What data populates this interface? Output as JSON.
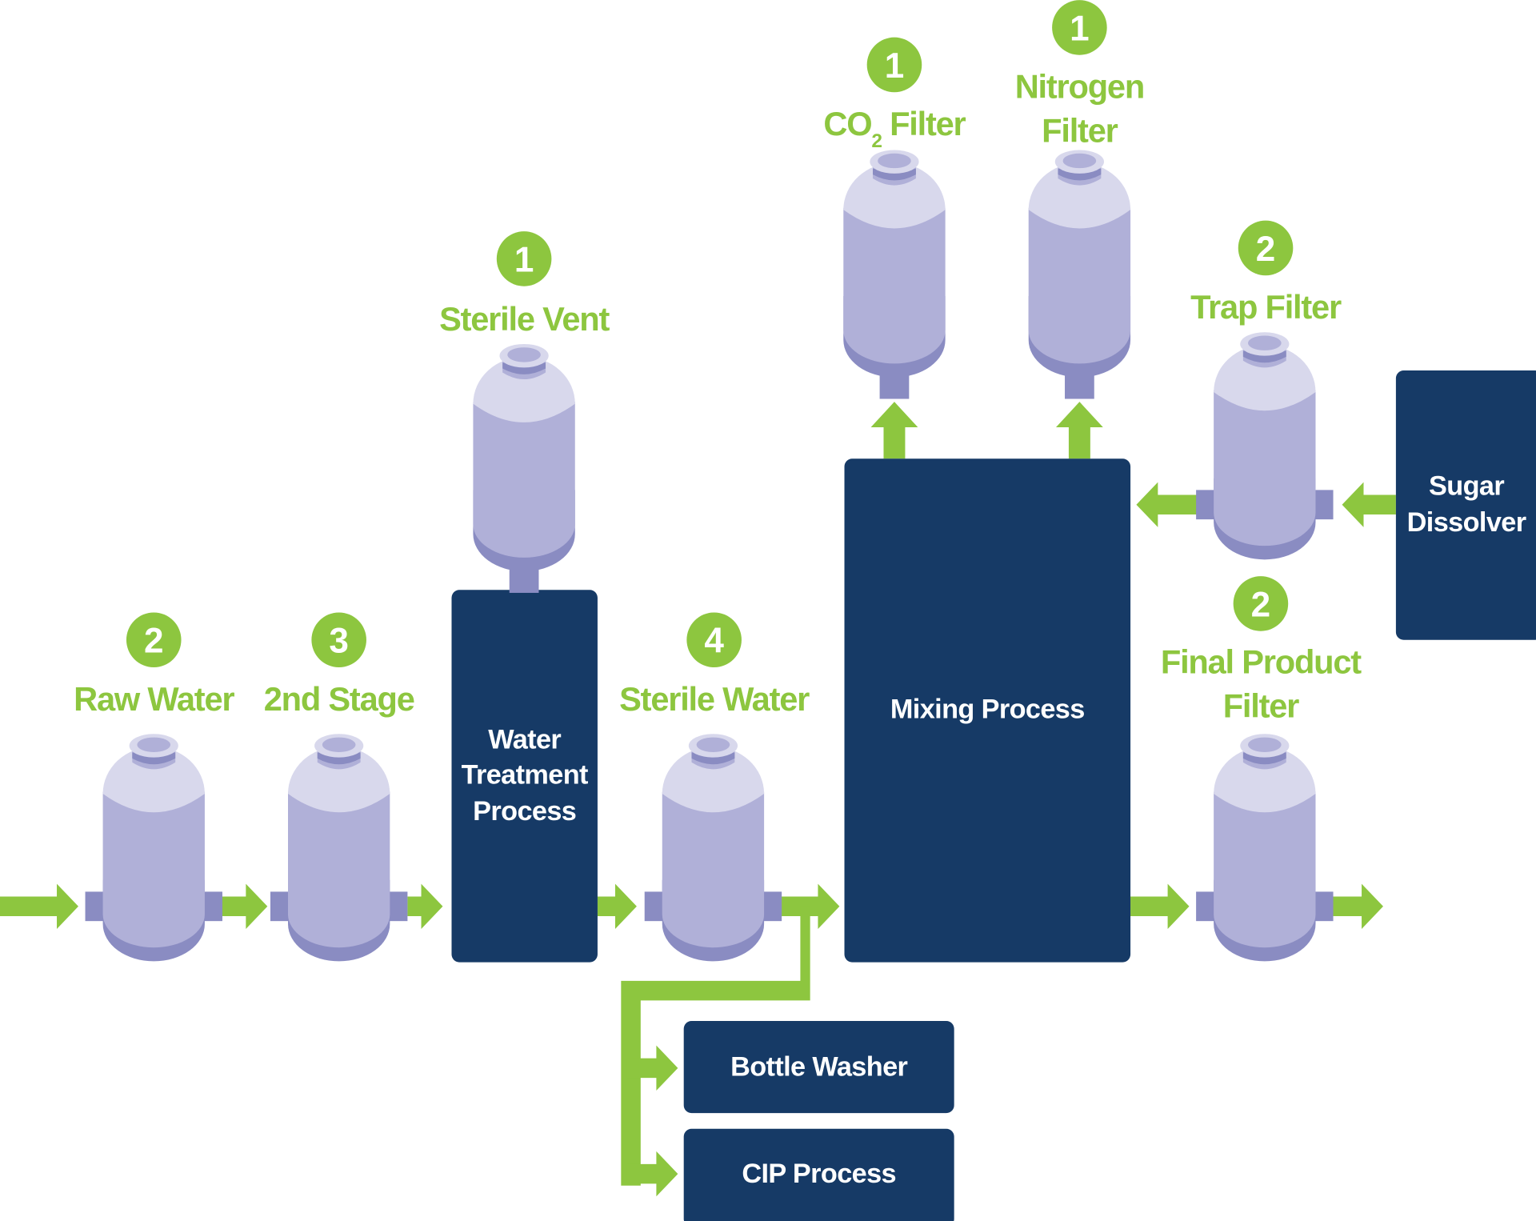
{
  "colors": {
    "flow_arrow": "#8dc63f",
    "process_box": "#163a66",
    "vessel_light": "#d8d8ec",
    "vessel_mid": "#b0b0d8",
    "vessel_dark": "#8a8cc2"
  },
  "filters": {
    "raw_water": {
      "badge": "2",
      "label": "Raw Water"
    },
    "second_stage": {
      "badge": "3",
      "label": "2nd Stage"
    },
    "sterile_vent": {
      "badge": "1",
      "label": "Sterile Vent"
    },
    "sterile_water": {
      "badge": "4",
      "label": "Sterile Water"
    },
    "co2": {
      "badge": "1",
      "label_main": "CO",
      "label_sub": "2",
      "label_rest": " Filter"
    },
    "nitrogen": {
      "badge": "1",
      "label_line1": "Nitrogen",
      "label_line2": "Filter"
    },
    "trap": {
      "badge": "2",
      "label": "Trap Filter"
    },
    "final_product": {
      "badge": "2",
      "label_line1": "Final Product",
      "label_line2": "Filter"
    }
  },
  "processes": {
    "water_treatment": [
      "Water",
      "Treatment",
      "Process"
    ],
    "mixing": "Mixing Process",
    "sugar_dissolver": [
      "Sugar",
      "Dissolver"
    ],
    "bottle_washer": "Bottle Washer",
    "cip": "CIP Process"
  }
}
